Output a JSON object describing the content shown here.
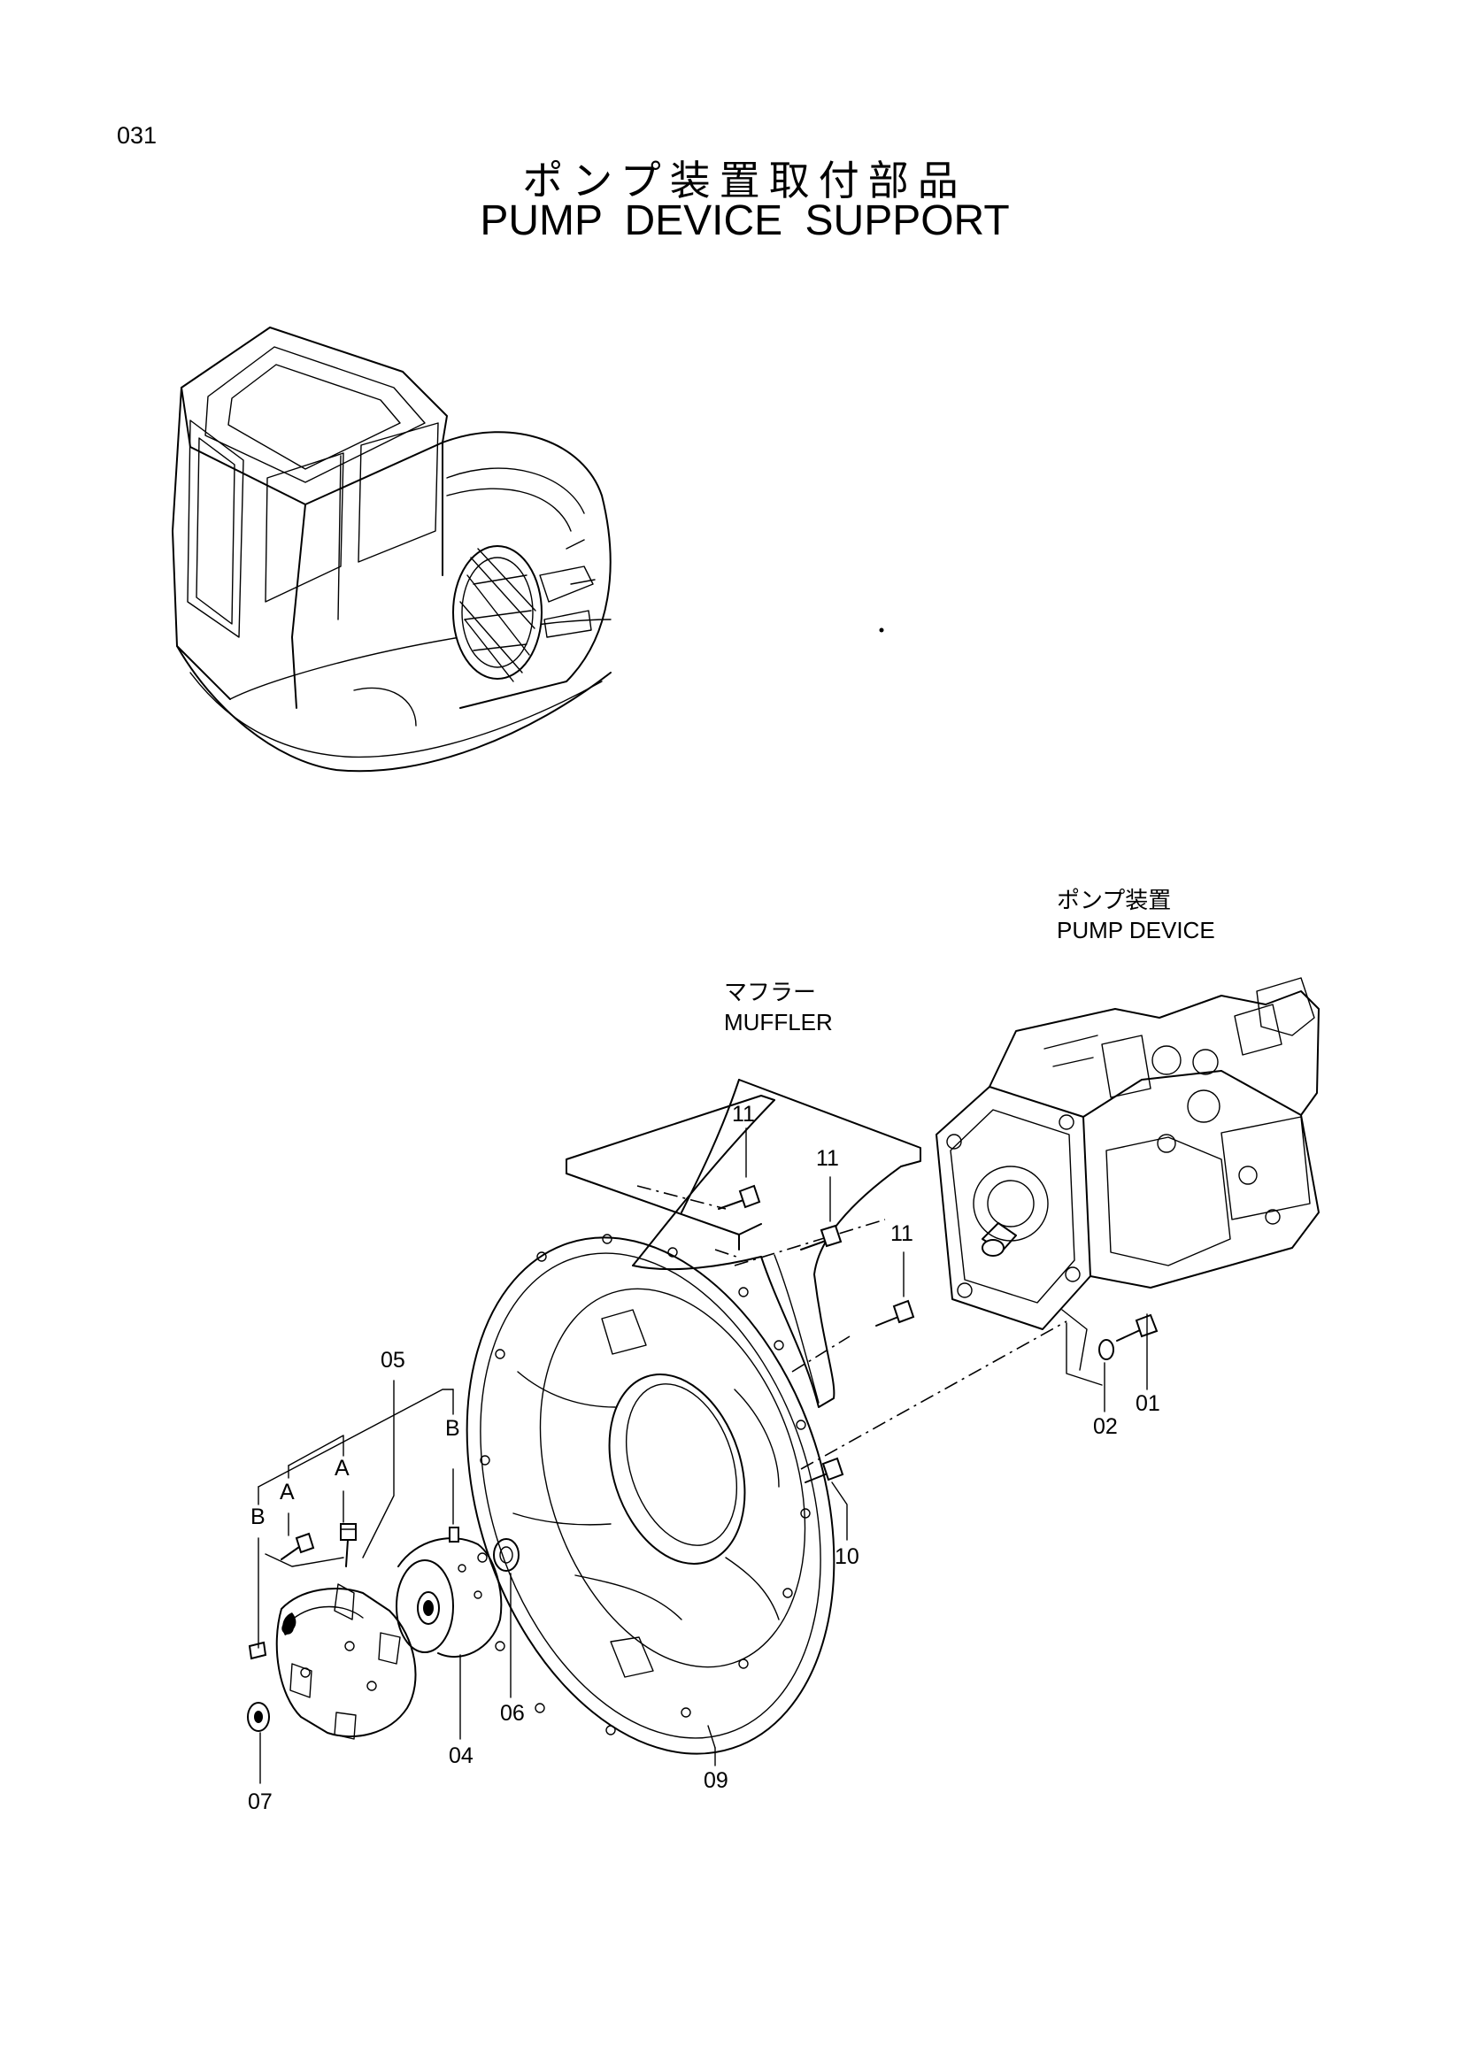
{
  "page_number": "031",
  "title_ja": "ポンプ装置取付部品",
  "title_en": "PUMP DEVICE SUPPORT",
  "callouts": {
    "pump_device": {
      "ja": "ポンプ装置",
      "en": "PUMP DEVICE"
    },
    "muffler": {
      "ja": "マフラー",
      "en": "MUFFLER"
    }
  },
  "part_numbers": {
    "p01": "01",
    "p02": "02",
    "p04": "04",
    "p05": "05",
    "p06": "06",
    "p07": "07",
    "p09": "09",
    "p10": "10",
    "p11a": "11",
    "p11b": "11",
    "p11c": "11"
  },
  "ref_letters": {
    "a1": "A",
    "a2": "A",
    "b1": "B",
    "b2": "B"
  }
}
